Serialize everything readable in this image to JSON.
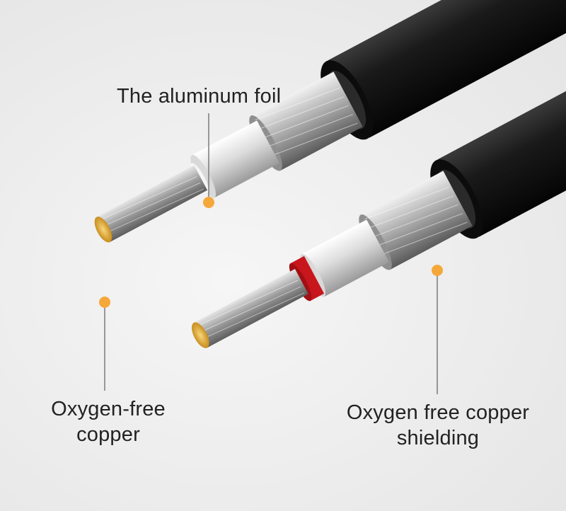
{
  "labels": {
    "aluminum_foil": "The aluminum foil",
    "oxygen_free_copper_line1": "Oxygen-free",
    "oxygen_free_copper_line2": "copper",
    "shielding_line1": "Oxygen free copper",
    "shielding_line2": "shielding"
  },
  "colors": {
    "background": "#ececec",
    "jacket": "#141414",
    "callout_dot": "#f5a83a",
    "callout_line": "#7a7a7a",
    "red_ring": "#c8161d",
    "copper_core": "#e8b84a"
  }
}
